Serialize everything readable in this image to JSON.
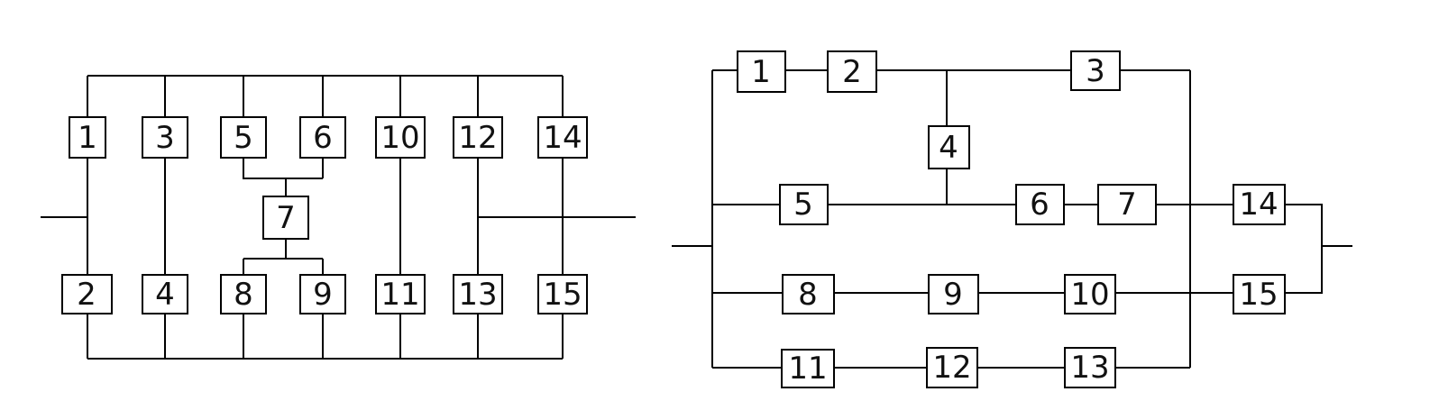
{
  "diagrams": [
    {
      "name": "left-diagram",
      "blocks": [
        "1",
        "2",
        "3",
        "4",
        "5",
        "6",
        "7",
        "8",
        "9",
        "10",
        "11",
        "12",
        "13",
        "14",
        "15"
      ]
    },
    {
      "name": "right-diagram",
      "blocks": [
        "1",
        "2",
        "3",
        "4",
        "5",
        "6",
        "7",
        "8",
        "9",
        "10",
        "11",
        "12",
        "13",
        "14",
        "15"
      ]
    }
  ],
  "colors": {
    "line": "#000000",
    "background": "#ffffff"
  }
}
